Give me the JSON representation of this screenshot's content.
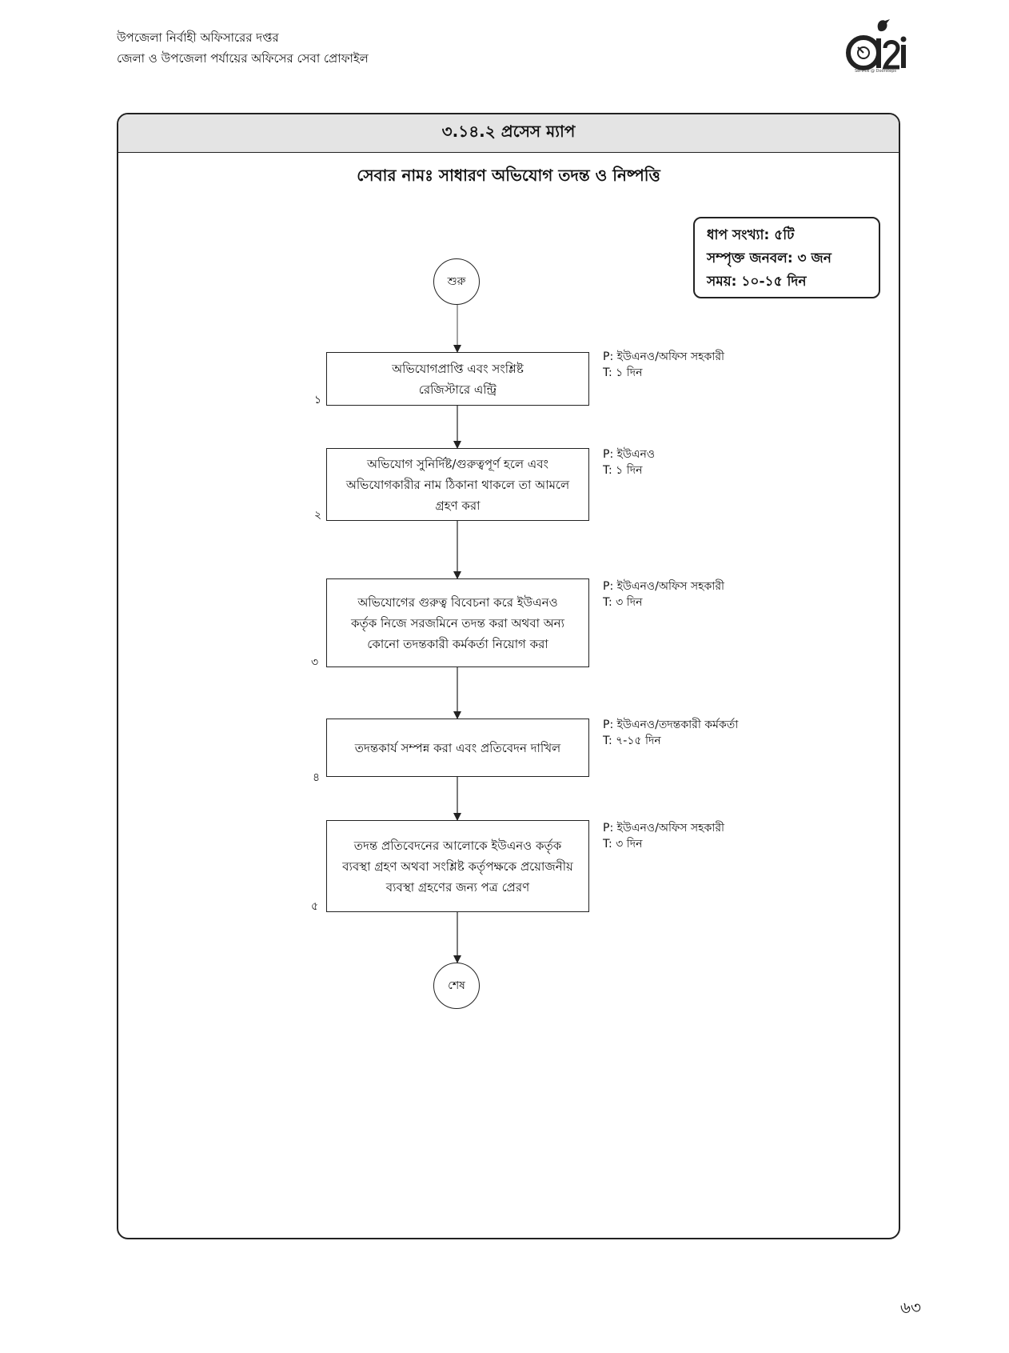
{
  "header": {
    "line1": "উপজেলা নির্বাহী অফিসারের দপ্তর",
    "line2": "জেলা ও উপজেলা পর্যায়ের অফিসের সেবা প্রোফাইল",
    "logo_text": "a2i",
    "logo_tagline": "Service @ Doorsteps"
  },
  "section": {
    "heading": "৩.১৪.২ প্রসেস ম্যাপ",
    "service_title": "সেবার নামঃ সাধারণ অভিযোগ তদন্ত ও নিষ্পত্তি"
  },
  "summary": {
    "steps": "ধাপ সংখ্যা: ৫টি",
    "staff": "সম্পৃক্ত জনবল: ৩ জন",
    "time": "সময়: ১০-১৫ দিন"
  },
  "flow": {
    "start": "শুরু",
    "end": "শেষ",
    "steps": [
      {
        "number": "১",
        "lines": [
          "অভিযোগপ্রাপ্তি এবং সংশ্লিষ্ট",
          "রেজিস্টারে এন্ট্রি"
        ],
        "person": "P: ইউএনও/অফিস সহকারী",
        "time": "T: ১ দিন"
      },
      {
        "number": "২",
        "lines": [
          "অভিযোগ সুনির্দিষ্ট/গুরুত্বপূর্ণ হলে এবং",
          "অভিযোগকারীর নাম ঠিকানা থাকলে তা আমলে",
          "গ্রহণ করা"
        ],
        "person": "P: ইউএনও",
        "time": "T: ১ দিন"
      },
      {
        "number": "৩",
        "lines": [
          "অভিযোগের গুরুত্ব বিবেচনা করে ইউএনও",
          "কর্তৃক নিজে সরজমিনে তদন্ত করা অথবা অন্য",
          "কোনো তদন্তকারী কর্মকর্তা নিয়োগ করা"
        ],
        "person": "P: ইউএনও/অফিস সহকারী",
        "time": "T: ৩ দিন"
      },
      {
        "number": "৪",
        "lines": [
          "তদন্তকার্য সম্পন্ন করা এবং প্রতিবেদন দাখিল"
        ],
        "person": "P: ইউএনও/তদন্তকারী কর্মকর্তা",
        "time": "T: ৭-১৫ দিন"
      },
      {
        "number": "৫",
        "lines": [
          "তদন্ত প্রতিবেদনের আলোকে ইউএনও কর্তৃক",
          "ব্যবস্থা গ্রহণ অথবা সংশ্লিষ্ট কর্তৃপক্ষকে প্রয়োজনীয়",
          "ব্যবস্থা গ্রহণের জন্য পত্র প্রেরণ"
        ],
        "person": "P: ইউএনও/অফিস সহকারী",
        "time": "T: ৩ দিন"
      }
    ]
  },
  "page_number": "৬৩"
}
